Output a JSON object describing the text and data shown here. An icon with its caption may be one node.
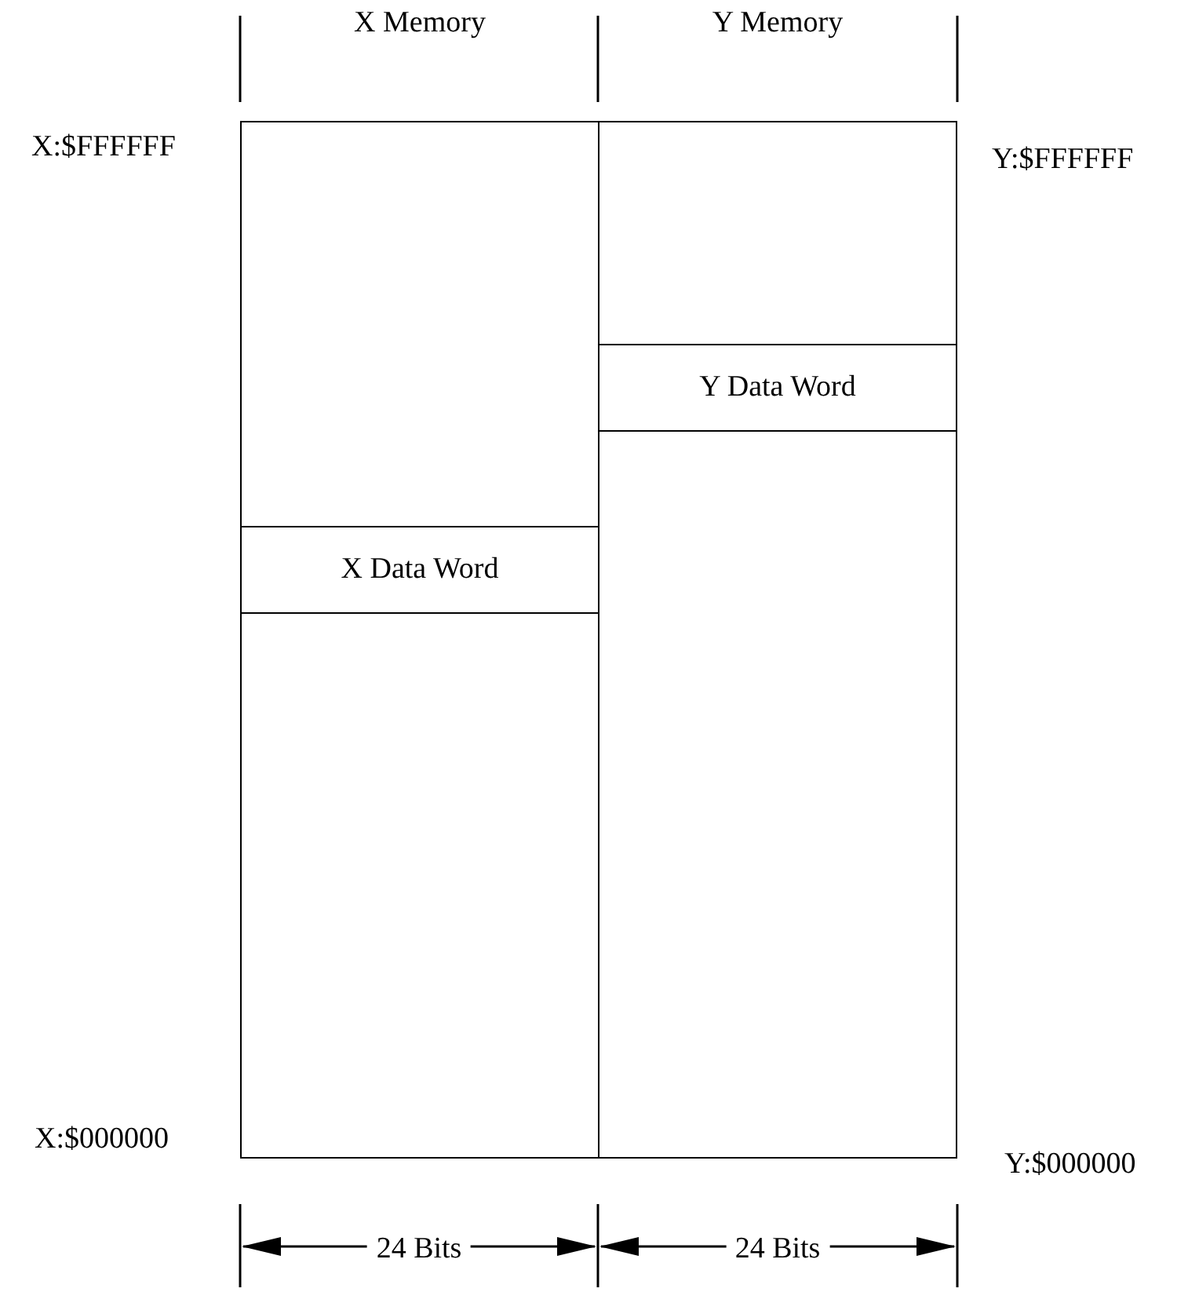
{
  "diagram": {
    "nodes": [
      {
        "text": [
          "X Memory"
        ]
      },
      {
        "text": [
          "X Data Word"
        ],
        "in": 0
      },
      {
        "text": [
          "Y Memory"
        ]
      },
      {
        "text": [
          "Y Data Word"
        ],
        "in": 2
      }
    ],
    "labels": [
      "X:$FFFFFF",
      "Y:$FFFFFF",
      "X:$000000",
      "Y:$000000",
      "24 Bits",
      "24 Bits"
    ]
  }
}
